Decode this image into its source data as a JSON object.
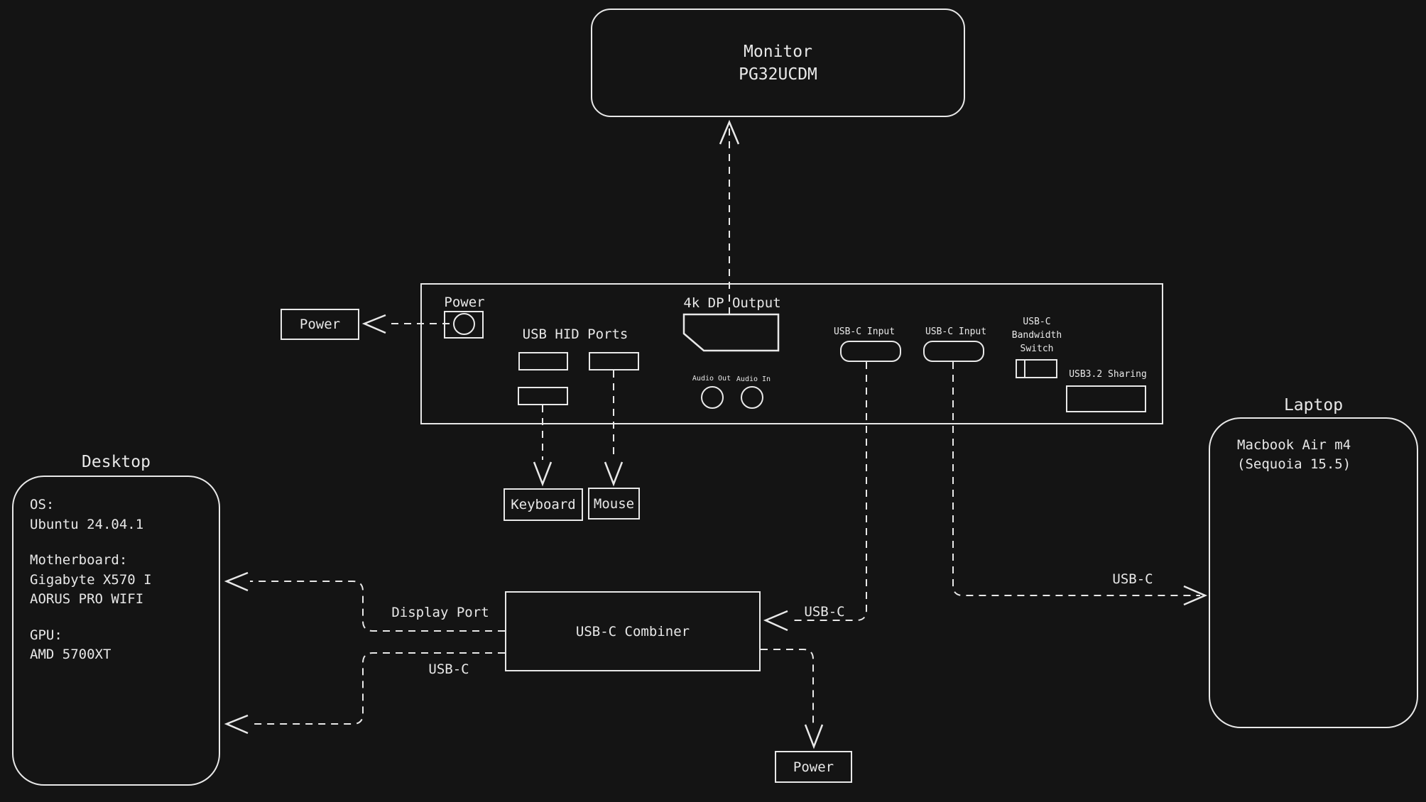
{
  "colors": {
    "background": "#141414",
    "stroke": "#e8e8e8"
  },
  "monitor": {
    "title": "Monitor",
    "model": "PG32UCDM"
  },
  "hub": {
    "power_label": "Power",
    "usb_hid_label": "USB HID Ports",
    "dp_output_label": "4k DP Output",
    "audio_out_label": "Audio Out",
    "audio_in_label": "Audio In",
    "usbc_input_1_label": "USB-C Input",
    "usbc_input_2_label": "USB-C Input",
    "bandwidth_switch_line1": "USB-C",
    "bandwidth_switch_line2": "Bandwidth",
    "bandwidth_switch_line3": "Switch",
    "usb32_sharing_label": "USB3.2 Sharing"
  },
  "peripherals": {
    "power_left_label": "Power",
    "keyboard_label": "Keyboard",
    "mouse_label": "Mouse",
    "power_bottom_label": "Power"
  },
  "desktop": {
    "title": "Desktop",
    "os_label": "OS:",
    "os_value": "Ubuntu 24.04.1",
    "motherboard_label": "Motherboard:",
    "motherboard_value_1": "Gigabyte X570 I",
    "motherboard_value_2": "AORUS PRO WIFI",
    "gpu_label": "GPU:",
    "gpu_value": "AMD 5700XT"
  },
  "laptop": {
    "title": "Laptop",
    "model": "Macbook Air m4",
    "os": "(Sequoia 15.5)"
  },
  "combiner": {
    "label": "USB-C Combiner"
  },
  "connections": {
    "display_port_label": "Display Port",
    "usbc_to_desktop_label": "USB-C",
    "usbc_to_combiner_label": "USB-C",
    "usbc_to_laptop_label": "USB-C"
  }
}
